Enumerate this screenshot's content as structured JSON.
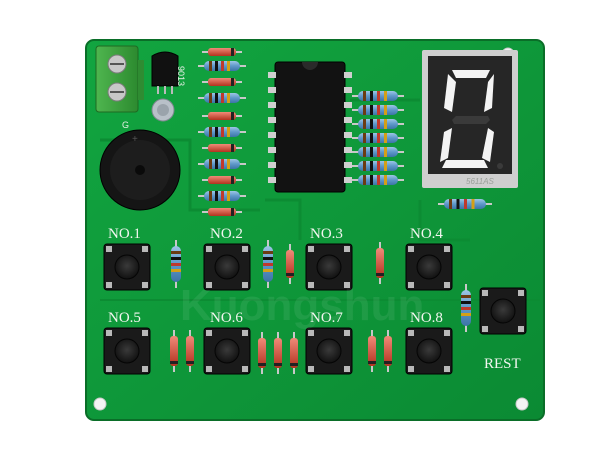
{
  "board": {
    "colors": {
      "pcb": "#0f9a3a",
      "pcb_dark": "#0b7e2e",
      "silkscreen": "#f2f6f0",
      "display_body": "#2b2b2b",
      "segment_lit": "#f4f4f4"
    },
    "button_labels": [
      "NO.1",
      "NO.2",
      "NO.3",
      "NO.4",
      "NO.5",
      "NO.6",
      "NO.7",
      "NO.8"
    ],
    "reset_label": "REST",
    "transistor_label": "9013",
    "ground_label": "G",
    "display_part_label": "5611AS",
    "display_digit": "0",
    "watermark": "Kuongshun"
  }
}
